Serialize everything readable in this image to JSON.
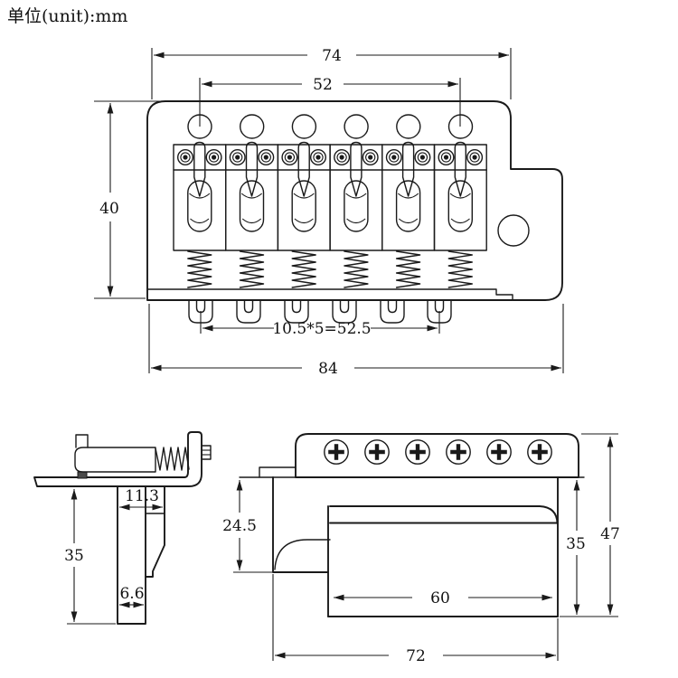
{
  "unit_label": "单位(unit):mm",
  "colors": {
    "line": "#1a1a1a",
    "background": "#ffffff"
  },
  "views": {
    "top": {
      "dims": {
        "w74": "74",
        "w52": "52",
        "h40": "40",
        "w84": "84",
        "pitch": "10.5*5=52.5"
      }
    },
    "side": {
      "dims": {
        "w113": "11.3",
        "h35": "35",
        "w66": "6.6"
      }
    },
    "front": {
      "dims": {
        "h245": "24.5",
        "h35": "35",
        "h47": "47",
        "w60": "60",
        "w72": "72"
      }
    }
  }
}
